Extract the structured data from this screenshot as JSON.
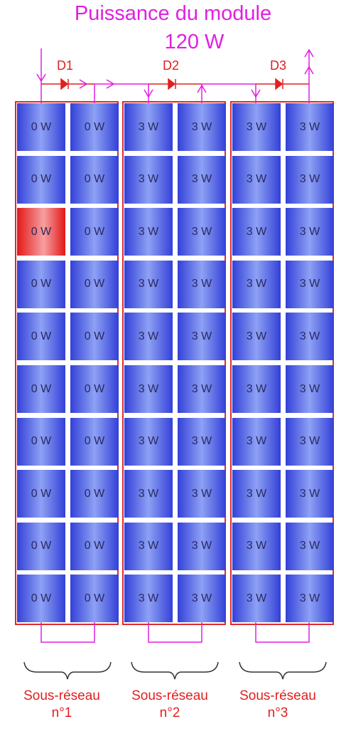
{
  "title": {
    "line1": "Puissance du module",
    "line2": "120 W"
  },
  "diodes": [
    {
      "label": "D1"
    },
    {
      "label": "D2"
    },
    {
      "label": "D3"
    }
  ],
  "subnets": [
    {
      "caption_line1": "Sous-réseau",
      "caption_line2": "n°1",
      "cell_value": "0 W",
      "shaded_cell": {
        "row": 2,
        "col": 0
      }
    },
    {
      "caption_line1": "Sous-réseau",
      "caption_line2": "n°2",
      "cell_value": "3 W"
    },
    {
      "caption_line1": "Sous-réseau",
      "caption_line2": "n°3",
      "cell_value": "3 W"
    }
  ],
  "grid": {
    "rows": 10,
    "cols_per_subnet": 2
  },
  "colors": {
    "title": "#e020e0",
    "label": "#e02020",
    "cell": "#3340d8",
    "shaded_cell": "#e21818",
    "wire": "#e020e0",
    "border": "#e02a2a"
  }
}
